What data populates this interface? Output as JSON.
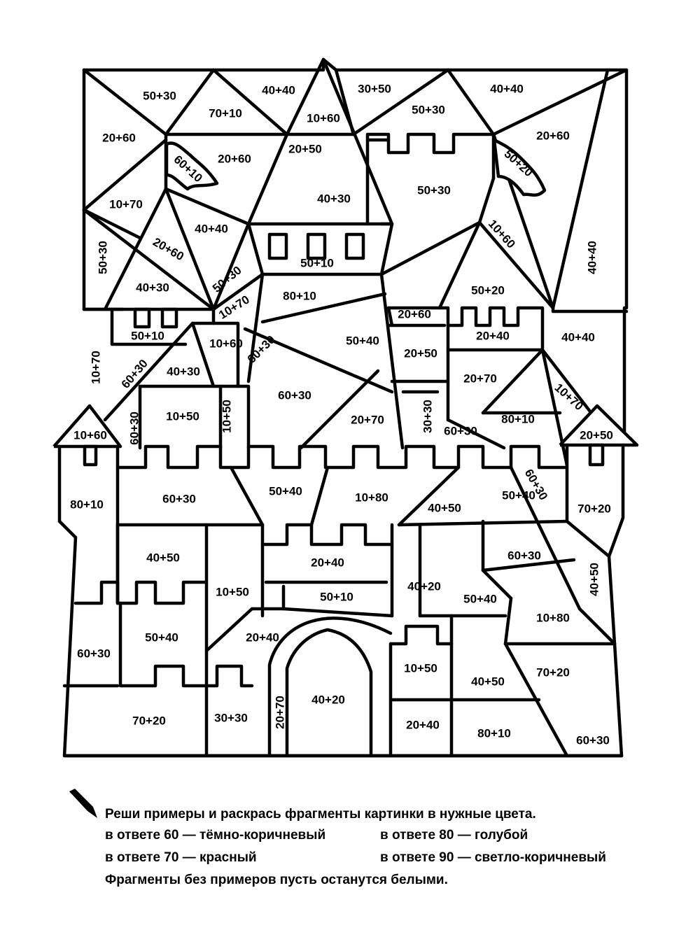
{
  "worksheet": {
    "instructions": {
      "title": "Реши примеры и раскрась фрагменты картинки в нужные цвета.",
      "rules": [
        "в ответе 60 — тёмно-коричневый",
        "в ответе 80 — голубой",
        "в ответе 70 — красный",
        "в ответе 90 — светло-коричневый"
      ],
      "footer": "Фрагменты без примеров пусть останутся белыми.",
      "pencil_icon": "pencil-icon"
    },
    "examples": [
      "50+30",
      "70+10",
      "40+40",
      "10+60",
      "30+50",
      "50+30",
      "40+40",
      "20+60",
      "20+60",
      "20+50",
      "60+10",
      "50+20",
      "20+60",
      "10+70",
      "40+30",
      "50+30",
      "40+40",
      "50+30",
      "20+60",
      "50+10",
      "10+60",
      "40+40",
      "40+30",
      "50+30",
      "80+10",
      "50+20",
      "10+70",
      "20+60",
      "50+10",
      "10+60",
      "50+40",
      "40+40",
      "10+70",
      "60+30",
      "40+30",
      "60+30",
      "20+50",
      "20+40",
      "20+70",
      "10+50",
      "10+50",
      "60+30",
      "20+70",
      "10+70",
      "80+10",
      "10+60",
      "60+30",
      "30+30",
      "60+30",
      "20+50",
      "80+10",
      "60+30",
      "50+40",
      "10+80",
      "40+50",
      "50+40",
      "60+30",
      "70+20",
      "40+50",
      "20+40",
      "60+30",
      "10+50",
      "40+20",
      "50+40",
      "40+50",
      "50+10",
      "10+80",
      "60+30",
      "50+40",
      "20+40",
      "10+50",
      "40+50",
      "70+20",
      "70+20",
      "30+30",
      "20+70",
      "40+20",
      "20+40",
      "80+10",
      "60+30"
    ]
  }
}
